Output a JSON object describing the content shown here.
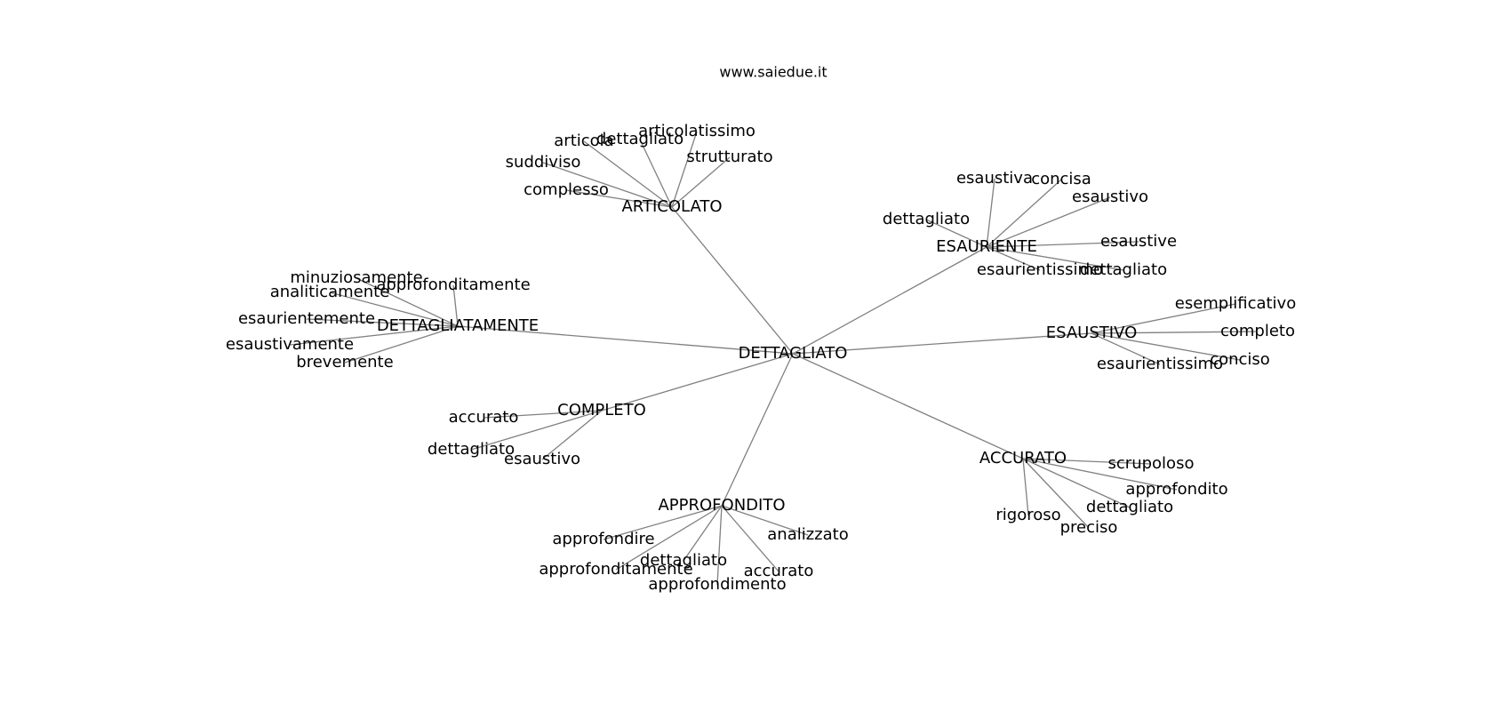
{
  "watermark": "www.saiedue.it",
  "graph": {
    "root": "DETTAGLIATO",
    "hubs": [
      {
        "label": "ARTICOLATO",
        "leaves": [
          "articola",
          "dettagliato",
          "articolatissimo",
          "strutturato",
          "suddiviso",
          "complesso"
        ]
      },
      {
        "label": "ESAURIENTE",
        "leaves": [
          "esaustiva",
          "concisa",
          "esaustivo",
          "dettagliato",
          "esaustive",
          "esaurientissimo",
          "dettagliato"
        ]
      },
      {
        "label": "DETTAGLIATAMENTE",
        "leaves": [
          "minuziosamente",
          "analiticamente",
          "approfonditamente",
          "esaurientemente",
          "esaustivamente",
          "brevemente"
        ]
      },
      {
        "label": "ESAUSTIVO",
        "leaves": [
          "esemplificativo",
          "completo",
          "conciso",
          "esaurientissimo"
        ]
      },
      {
        "label": "COMPLETO",
        "leaves": [
          "accurato",
          "dettagliato",
          "esaustivo"
        ]
      },
      {
        "label": "ACCURATO",
        "leaves": [
          "scrupoloso",
          "approfondito",
          "dettagliato",
          "preciso",
          "rigoroso"
        ]
      },
      {
        "label": "APPROFONDITO",
        "leaves": [
          "approfondire",
          "analizzato",
          "dettagliato",
          "accurato",
          "approfonditamente",
          "approfondimento"
        ]
      }
    ]
  }
}
